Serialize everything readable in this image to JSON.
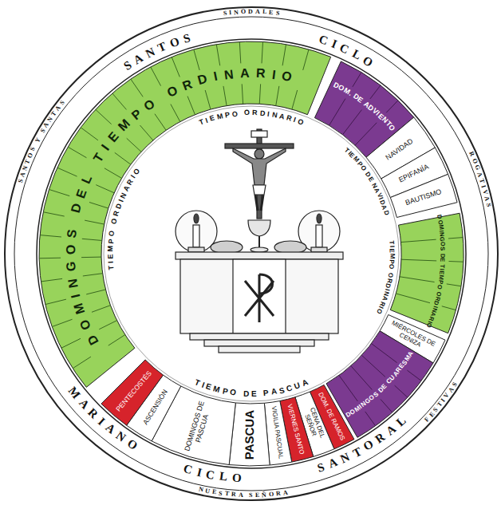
{
  "diagram": {
    "nodes": [
      {
        "text": [
          "DOMINGOS DEL TIEMPO ORDINARIO"
        ]
      },
      {
        "text": [
          "DOM. DE ADVIENTO"
        ]
      },
      {
        "text": [
          "NAVIDAD"
        ]
      },
      {
        "text": [
          "EPIFANÍA"
        ]
      },
      {
        "text": [
          "BAUTISMO"
        ]
      },
      {
        "text": [
          "DOMINGOS DE TIEMPO ORDINARIO"
        ]
      },
      {
        "text": [
          "MIÉRCOLES DE CENIZA"
        ]
      },
      {
        "text": [
          "DOMINGOS DE CUARESMA"
        ]
      },
      {
        "text": [
          "DOM. DE RAMOS"
        ]
      },
      {
        "text": [
          "CENA DEL SEÑOR"
        ]
      },
      {
        "text": [
          "VIERNES SANTO"
        ]
      },
      {
        "text": [
          "VIGILIA PASCUAL"
        ]
      },
      {
        "text": [
          "PASCUA"
        ]
      },
      {
        "text": [
          "DOMINGOS DE PASCUA"
        ]
      },
      {
        "text": [
          "ASCENSIÓN"
        ]
      },
      {
        "text": [
          "PENTECOSTÉS"
        ]
      }
    ],
    "labels": [
      "SINODALES",
      "ROGATIVAS",
      "FESTIVAS",
      "NUESTRA SEÑORA",
      "SANTOS Y SANTAS",
      "SANTOS",
      "CICLO",
      "SANTORAL",
      "CICLO",
      "MARIANO",
      "TIEMPO ORDINARIO",
      "TIEMPO DE NAVIDAD",
      "TIEMPO ORDINARIO",
      "TIEMPO DE PASCUA",
      "TIEMPO ORDINARIO"
    ]
  }
}
